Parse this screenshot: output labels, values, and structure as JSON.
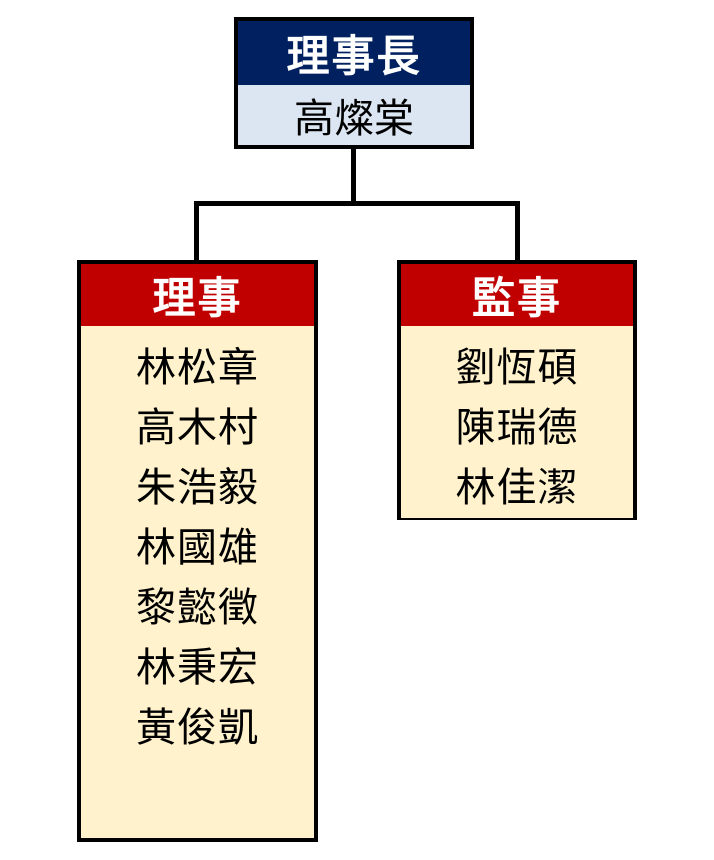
{
  "org_chart": {
    "chairman": {
      "title": "理事長",
      "name": "高燦棠"
    },
    "directors": {
      "title": "理事",
      "members": [
        "林松章",
        "高木村",
        "朱浩毅",
        "林國雄",
        "黎懿徵",
        "林秉宏",
        "黃俊凱"
      ]
    },
    "supervisors": {
      "title": "監事",
      "members": [
        "劉恆碩",
        "陳瑞德",
        "林佳潔"
      ]
    }
  },
  "colors": {
    "chairman_header_bg": "#002060",
    "chairman_body_bg": "#DCE6F2",
    "group_header_bg": "#C00000",
    "group_body_bg": "#FFF2CC",
    "border": "#000000",
    "header_text": "#FFFFFF",
    "body_text": "#000000"
  }
}
